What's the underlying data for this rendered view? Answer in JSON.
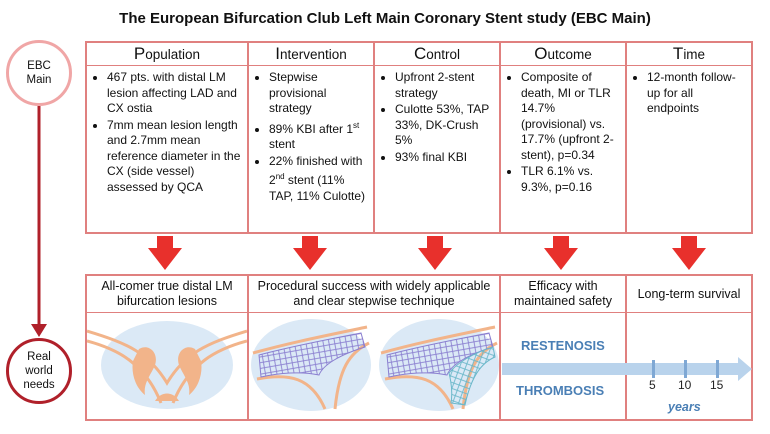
{
  "title": "The European Bifurcation Club Left Main Coronary Stent study (EBC Main)",
  "side": {
    "top_circle": [
      "EBC",
      "Main"
    ],
    "bottom_circle": [
      "Real",
      "world",
      "needs"
    ]
  },
  "pico": [
    {
      "initial": "P",
      "rest": "opulation",
      "bullets": [
        "467 pts. with distal LM lesion affecting LAD and CX ostia",
        "7mm mean lesion length and 2.7mm mean reference diameter in the CX (side vessel) assessed by QCA"
      ]
    },
    {
      "initial": "I",
      "rest": "ntervention",
      "bullets": [
        "Stepwise provisional strategy",
        "89% KBI after 1st stent",
        "22% finished with 2nd stent (11% TAP, 11% Culotte)"
      ]
    },
    {
      "initial": "C",
      "rest": "ontrol",
      "bullets": [
        "Upfront 2-stent strategy",
        "Culotte 53%, TAP 33%, DK-Crush 5%",
        "93% final KBI"
      ]
    },
    {
      "initial": "O",
      "rest": "utcome",
      "bullets": [
        "Composite of death, MI or TLR 14.7% (provisional) vs. 17.7% (upfront 2-stent), p=0.34",
        "TLR 6.1% vs. 9.3%, p=0.16"
      ]
    },
    {
      "initial": "T",
      "rest": "ime",
      "bullets": [
        "12-month follow-up for all endpoints"
      ]
    }
  ],
  "outcomes": {
    "bifurcation": "All-comer true distal LM bifurcation lesions",
    "procedural": "Procedural success with widely applicable and clear stepwise technique",
    "efficacy": "Efficacy with maintained safety",
    "longterm": "Long-term survival"
  },
  "efficacy_panel": {
    "restenosis": "RESTENOSIS",
    "thrombosis": "THROMBOSIS"
  },
  "timeline": {
    "ticks": [
      "5",
      "10",
      "15"
    ],
    "unit": "years"
  },
  "colors": {
    "box_border": "#e0807f",
    "arrow_red": "#e8302c",
    "dark_red": "#b0202a",
    "blue": "#4a7fb5",
    "vessel_fill": "#f2b48a",
    "panel_bg": "#dbe9f6"
  }
}
